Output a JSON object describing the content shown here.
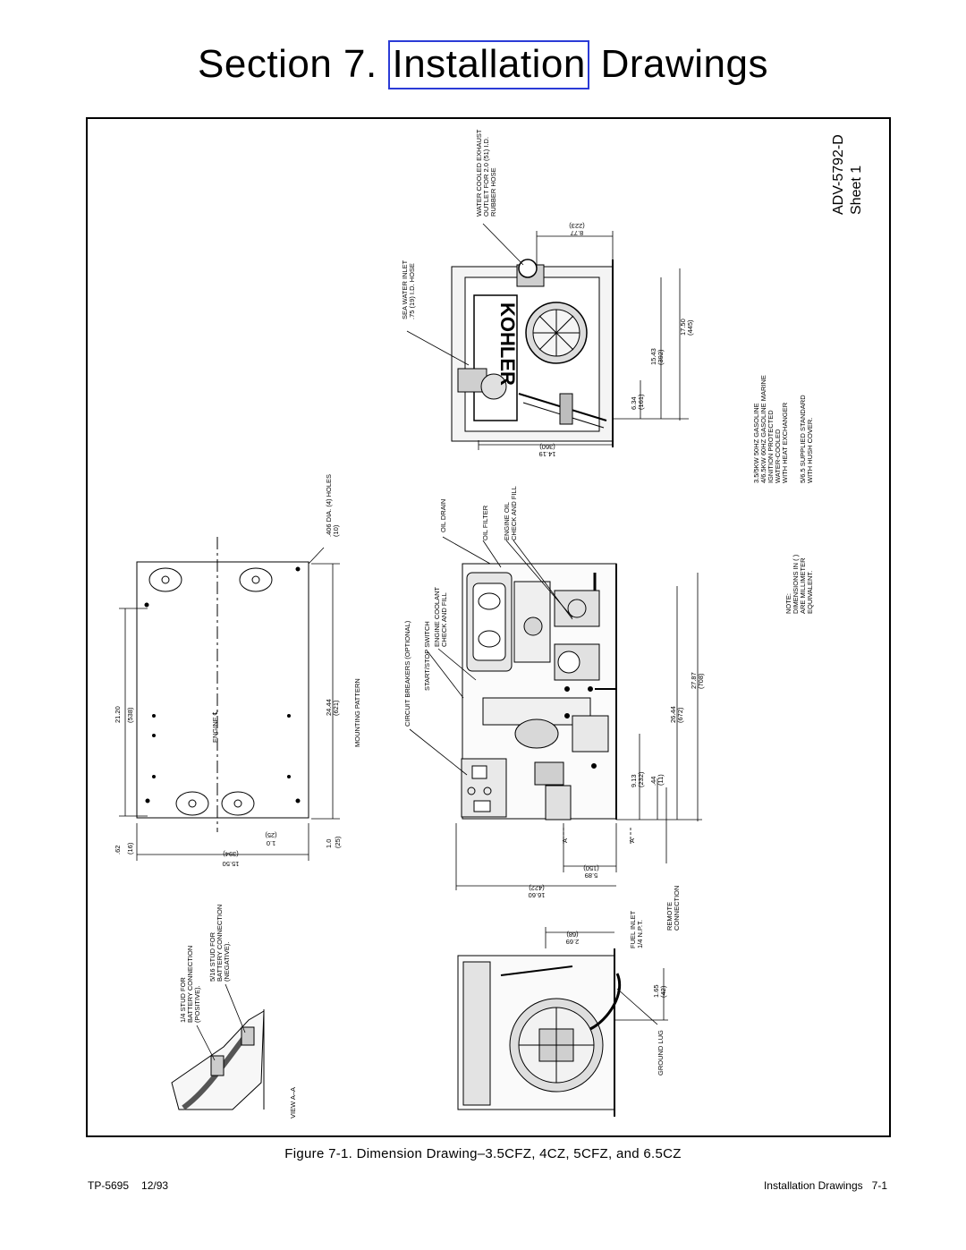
{
  "header": {
    "title_prefix": "Section 7.",
    "title_highlight": "Installation",
    "title_suffix": "Drawings"
  },
  "drawing": {
    "doc_no": "ADV-5792-D",
    "sheet": "Sheet 1",
    "labels": {
      "exhaust_1": "WATER COOLED EXHAUST",
      "exhaust_2": "OUTLET FOR 2.0 (51) I.D.",
      "exhaust_3": "RUBBER HOSE",
      "seawater_1": "SEA WATER INLET",
      "seawater_2": ".75 (19) I.D. HOSE",
      "dim_877": "8.77",
      "dim_223": "(223)",
      "dim_1419": "14.19",
      "dim_360": "(360)",
      "dim_634": "6.34",
      "dim_161": "(161)",
      "dim_1543": "15.43",
      "dim_392": "(392)",
      "dim_1750": "17.50",
      "dim_445": "(445)",
      "model_1": "3.5/5KW 50HZ GASOLINE",
      "model_2": "4/6.5KW 60HZ GASOLINE MARINE",
      "model_3": "IGNITION PROTECTED",
      "model_4": "WATER-COOLED",
      "model_5": "WITH HEAT EXCHANGER",
      "model_6": "5/6.5 SUPPLIED STANDARD",
      "model_7": "WITH HUSH COVER.",
      "note_1": "NOTE:",
      "note_2": "DIMENSIONS IN ( )",
      "note_3": "ARE MILLIMETER",
      "note_4": "EQUIVALENT.",
      "holes_1": ".406 DIA. (4) HOLES",
      "holes_2": "(10)",
      "oil_drain": "OIL DRAIN",
      "oil_filter": "OIL FILTER",
      "engine_oil_1": "ENGINE OIL",
      "engine_oil_2": "CHECK AND FILL",
      "coolant_1": "ENGINE COOLANT",
      "coolant_2": "CHECK AND FILL",
      "start_stop": "START/STOP SWITCH",
      "breakers": "CIRCUIT BREAKERS (OPTIONAL)",
      "dim_2120": "21.20",
      "dim_538": "(538)",
      "engine_cl": "ENGINE ℄",
      "dim_2444": "24.44",
      "dim_621": "(621)",
      "mounting": "MOUNTING PATTERN",
      "dim_62": ".62",
      "dim_16": "(16)",
      "dim_1550": "15.50",
      "dim_394": "(394)",
      "dim_10a": "1.0",
      "dim_25a": "(25)",
      "dim_10b": "1.0",
      "dim_25b": "(25)",
      "dim_2644": "26.44",
      "dim_672": "(672)",
      "dim_2787": "27.87",
      "dim_708": "(708)",
      "dim_913": "9.13",
      "dim_232": "(232)",
      "dim_44": ".44",
      "dim_11": "(11)",
      "dim_589": "5.89",
      "dim_150": "(150)",
      "dim_1660": "16.60",
      "dim_422": "(422)",
      "arrow_a1": "A",
      "arrow_a2": "A",
      "remote_1": "REMOTE",
      "remote_2": "CONNECTION",
      "fuel_1": "FUEL INLET",
      "fuel_2": "1/4 N.P.T.",
      "dim_269": "2.69",
      "dim_68": "(68)",
      "dim_165": "1.65",
      "dim_42": "(42)",
      "ground_lug": "GROUND LUG",
      "stud_pos_1": "1/4 STUD FOR",
      "stud_pos_2": "BATTERY CONNECTION",
      "stud_pos_3": "(POSITIVE).",
      "stud_neg_1": "5/16 STUD FOR",
      "stud_neg_2": "BATTERY CONNECTION",
      "stud_neg_3": "(NEGATIVE).",
      "view_aa": "VIEW A–A",
      "logo": "KOHLER"
    }
  },
  "caption": "Figure 7-1. Dimension Drawing–3.5CFZ, 4CZ, 5CFZ, and 6.5CZ",
  "footer": {
    "doc": "TP-5695",
    "date": "12/93",
    "section": "Installation Drawings",
    "page": "7-1"
  }
}
